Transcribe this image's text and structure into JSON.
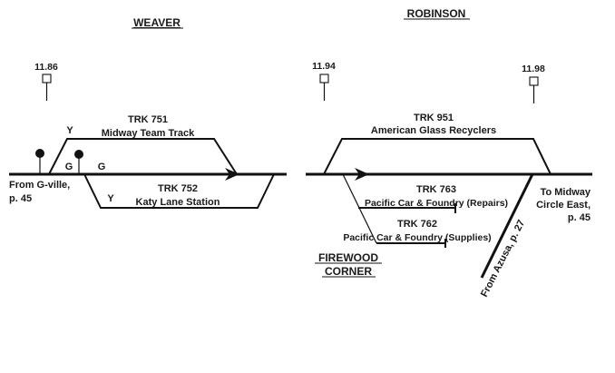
{
  "stations": {
    "weaver": {
      "title": "WEAVER"
    },
    "robinson": {
      "title": "ROBINSON"
    },
    "firewood_corner": {
      "title_line1": "FIREWOOD",
      "title_line2": "CORNER"
    }
  },
  "mileposts": [
    {
      "label": "11.86"
    },
    {
      "label": "11.94"
    },
    {
      "label": "11.98"
    }
  ],
  "tracks": {
    "trk751": {
      "number": "TRK 751",
      "name": "Midway Team Track"
    },
    "trk752": {
      "number": "TRK 752",
      "name": "Katy Lane Station"
    },
    "trk951": {
      "number": "TRK 951",
      "name": "American Glass Recyclers"
    },
    "trk763": {
      "number": "TRK 763",
      "name": "Pacific Car & Foundry (Repairs)"
    },
    "trk762": {
      "number": "TRK 762",
      "name": "Pacific Car & Foundry (Supplies)"
    }
  },
  "signal_aspects": {
    "y_top": "Y",
    "g_left": "G",
    "g_right": "G",
    "y_bottom": "Y"
  },
  "connections": {
    "from_gville_line1": "From G-ville,",
    "from_gville_line2": "p. 45",
    "to_midway_line1": "To Midway",
    "to_midway_line2": "Circle East,",
    "to_midway_line3": "p. 45",
    "from_azusa": "From Azusa, p. 27"
  },
  "colors": {
    "ink": "#111111",
    "background": "#ffffff"
  }
}
